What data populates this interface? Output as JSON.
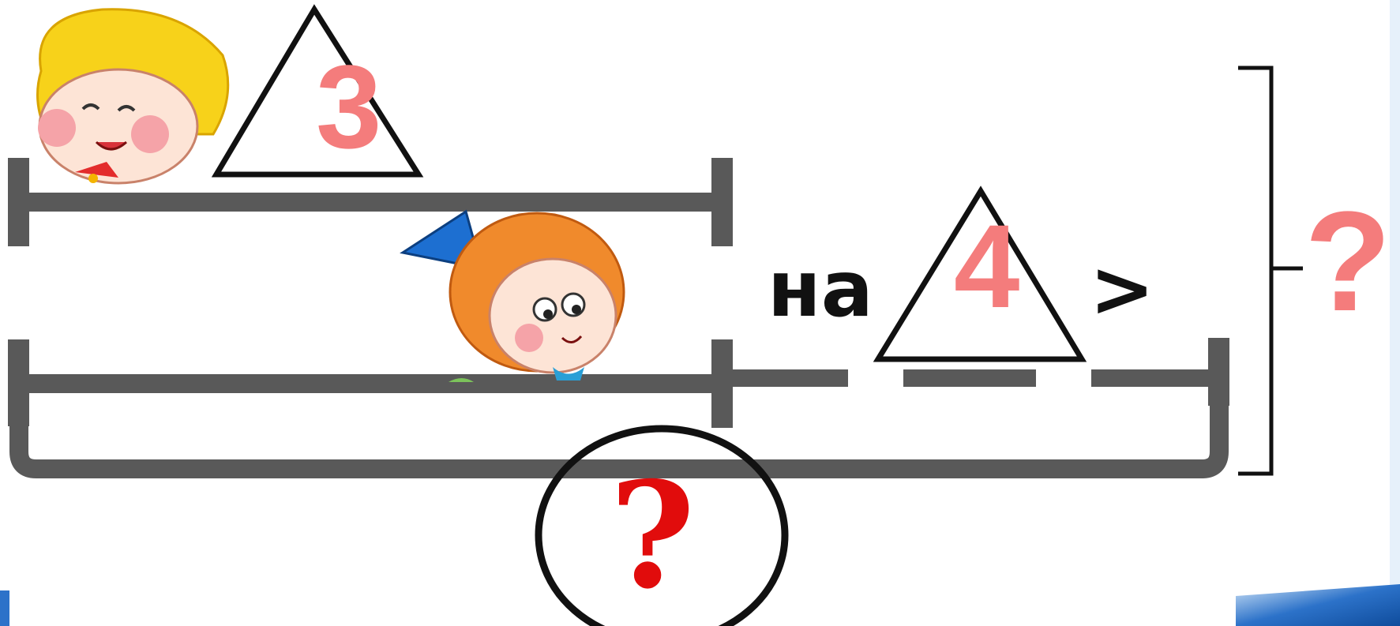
{
  "colors": {
    "bar": "#595959",
    "ink": "#111111",
    "number": "#f47c7c",
    "question_circle": "#e10c0c",
    "background": "#ffffff",
    "corner_accent": "#2c72c9"
  },
  "segment_top": {
    "value": "3"
  },
  "segment_bottom": {
    "comparison_word": "на",
    "value": "4",
    "comparison_sign": ">"
  },
  "total_question": "?",
  "sum_question": "?",
  "characters": [
    "boy-avatar",
    "girl-avatar"
  ]
}
